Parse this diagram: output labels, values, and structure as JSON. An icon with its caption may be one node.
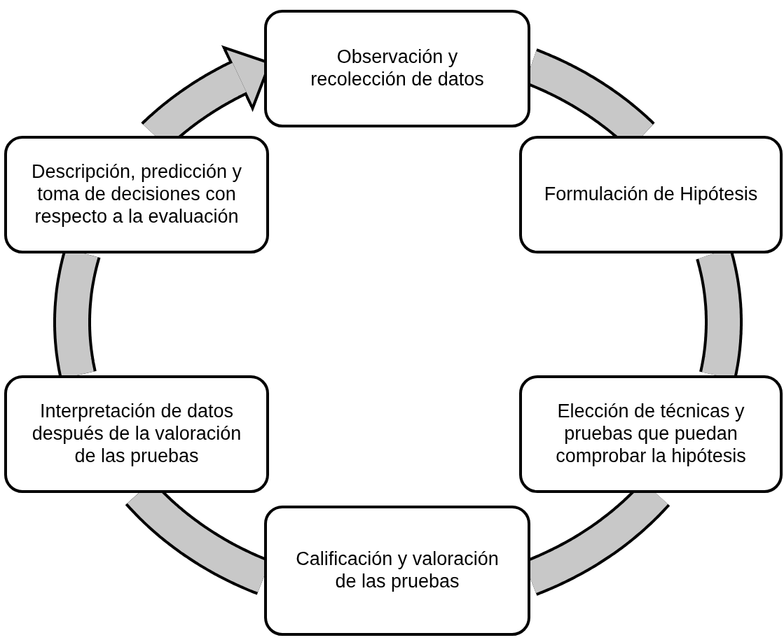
{
  "diagram": {
    "nodes": [
      {
        "text": [
          "Observación y recolección de datos"
        ]
      },
      {
        "text": [
          "Formulación de Hipótesis"
        ]
      },
      {
        "text": [
          "Elección de técnicas y pruebas que puedan comprobar la hipótesis"
        ]
      },
      {
        "text": [
          "Calificación y valoración de las pruebas"
        ]
      },
      {
        "text": [
          "Interpretación de datos después de la valoración de las pruebas"
        ]
      },
      {
        "text": [
          "Descripción, predicción y toma de decisiones con respecto a la evaluación"
        ]
      }
    ],
    "edges": [
      {
        "from": 0,
        "to": 1,
        "arrow": "none"
      },
      {
        "from": 1,
        "to": 2,
        "arrow": "none"
      },
      {
        "from": 2,
        "to": 3,
        "arrow": "none"
      },
      {
        "from": 3,
        "to": 4,
        "arrow": "none"
      },
      {
        "from": 4,
        "to": 5,
        "arrow": "none"
      },
      {
        "from": 5,
        "to": 0,
        "arrow": "to"
      }
    ]
  }
}
